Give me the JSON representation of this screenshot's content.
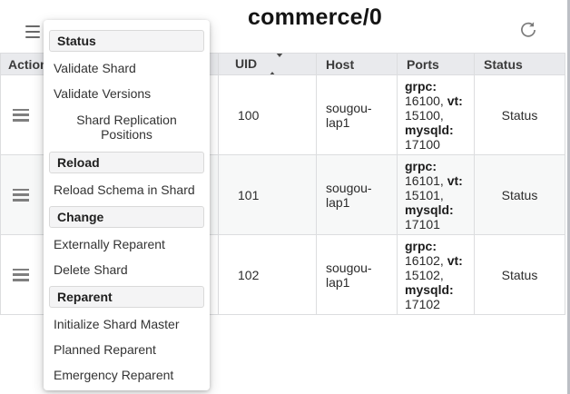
{
  "header": {
    "title": "commerce/0"
  },
  "menu": {
    "sections": [
      {
        "header": "Status",
        "items": [
          "Validate Shard",
          "Validate Versions",
          "Shard Replication Positions"
        ]
      },
      {
        "header": "Reload",
        "items": [
          "Reload Schema in Shard"
        ]
      },
      {
        "header": "Change",
        "items": [
          "Externally Reparent",
          "Delete Shard"
        ]
      },
      {
        "header": "Reparent",
        "items": [
          "Initialize Shard Master",
          "Planned Reparent",
          "Emergency Reparent"
        ]
      }
    ]
  },
  "table": {
    "columns": {
      "actions": "Actions",
      "uid": "UID",
      "host": "Host",
      "ports": "Ports",
      "status": "Status"
    },
    "rows": [
      {
        "uid": "100",
        "host": "sougou-lap1",
        "ports": {
          "grpc_label": "grpc:",
          "grpc_value": "16100,",
          "vt_label": "vt:",
          "vt_value": "15100,",
          "mysqld_label": "mysqld:",
          "mysqld_value": "17100"
        },
        "status": "Status"
      },
      {
        "uid": "101",
        "host": "sougou-lap1",
        "ports": {
          "grpc_label": "grpc:",
          "grpc_value": "16101,",
          "vt_label": "vt:",
          "vt_value": "15101,",
          "mysqld_label": "mysqld:",
          "mysqld_value": "17101"
        },
        "status": "Status"
      },
      {
        "uid": "102",
        "host": "sougou-lap1",
        "ports": {
          "grpc_label": "grpc:",
          "grpc_value": "16102,",
          "vt_label": "vt:",
          "vt_value": "15102,",
          "mysqld_label": "mysqld:",
          "mysqld_value": "17102"
        },
        "status": "Status"
      }
    ]
  },
  "colors": {
    "icon_gray": "#757575",
    "table_header_bg": "#e9eaed",
    "striped_row_bg": "#f7f8f8"
  }
}
